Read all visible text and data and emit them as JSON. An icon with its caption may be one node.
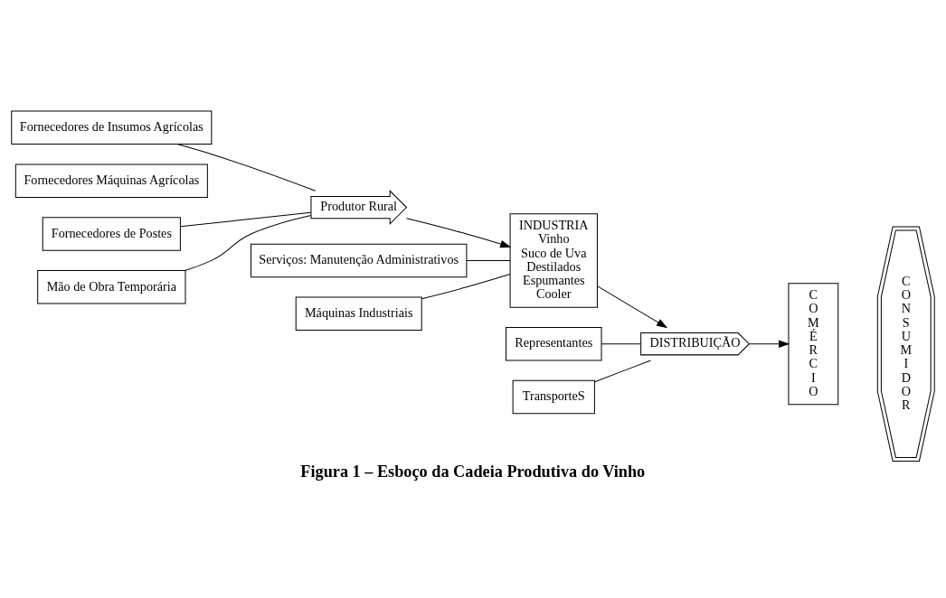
{
  "diagram": {
    "caption": "Figura 1 – Esboço da Cadeia Produtiva do Vinho",
    "nodes": [
      {
        "text": [
          "Fornecedores de Insumos Agrícolas"
        ]
      },
      {
        "text": [
          "Fornecedores Máquinas Agrícolas"
        ]
      },
      {
        "text": [
          "Fornecedores de Postes"
        ]
      },
      {
        "text": [
          "Mão de Obra Temporária"
        ]
      },
      {
        "text": [
          "Produtor Rural"
        ]
      },
      {
        "text": [
          "Representantes"
        ]
      },
      {
        "text": [
          "TransporteS"
        ]
      },
      {
        "text": [
          "INDUSTRIA",
          "Vinho",
          "Suco de Uva",
          "Destilados",
          "Espumantes",
          "Cooler"
        ]
      },
      {
        "text": [
          "Serviços: Manutenção Administrativos"
        ]
      },
      {
        "text": [
          "Máquinas Industriais"
        ]
      },
      {
        "text": [
          "DISTRIBUIÇÃO"
        ]
      },
      {
        "text": [
          "COMÉRCIO"
        ]
      },
      {
        "text": [
          "CONSUMIDOR"
        ]
      }
    ],
    "edges": [
      {
        "from": 0,
        "to": 4,
        "arrow": "none"
      },
      {
        "from": 2,
        "to": 4,
        "arrow": "none"
      },
      {
        "from": 3,
        "to": 4,
        "arrow": "none"
      },
      {
        "from": 4,
        "to": 7,
        "arrow": "to"
      },
      {
        "from": 8,
        "to": 7,
        "arrow": "none"
      },
      {
        "from": 9,
        "to": 7,
        "arrow": "none"
      },
      {
        "from": 7,
        "to": 10,
        "arrow": "to"
      },
      {
        "from": 5,
        "to": 10,
        "arrow": "none"
      },
      {
        "from": 6,
        "to": 10,
        "arrow": "none"
      },
      {
        "from": 10,
        "to": 11,
        "arrow": "to"
      }
    ]
  }
}
